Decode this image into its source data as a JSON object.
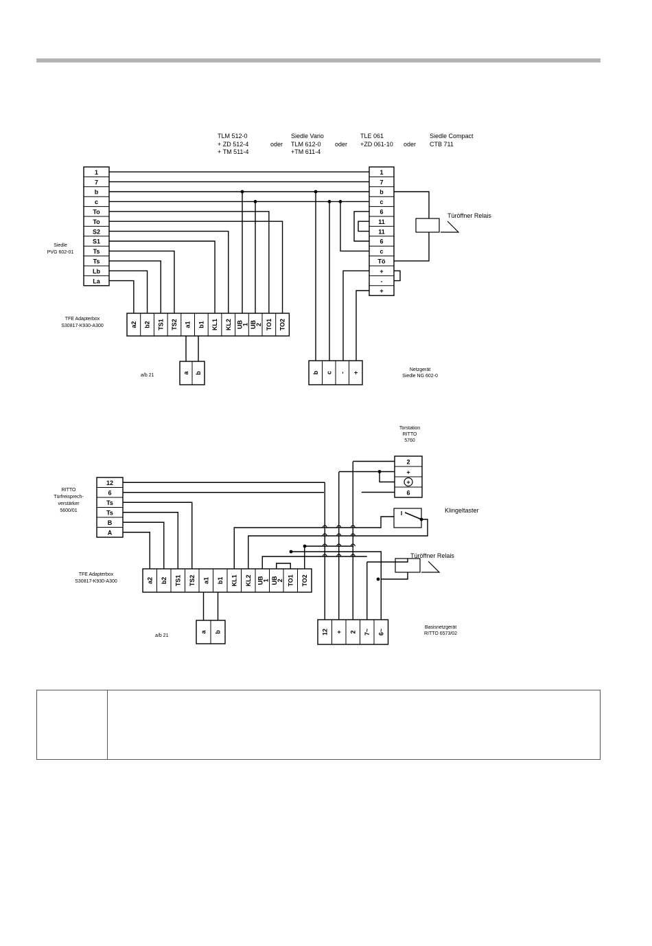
{
  "top": {
    "devices": [
      {
        "label": "TLM 512-0",
        "sub": [
          "+ ZD 512-4",
          "+ TM 511-4"
        ]
      },
      {
        "label": "Siedle Vario",
        "sub": [
          "TLM 612-0",
          "+TM 611-4"
        ]
      },
      {
        "label": "TLE 061",
        "sub": [
          "+ZD 061-10"
        ]
      },
      {
        "label": "Siedle Compact",
        "sub": [
          "CTB 711"
        ]
      }
    ],
    "oder": "oder",
    "left_unit": [
      "Siedle",
      "PVG 602-01"
    ],
    "left_terms": [
      "1",
      "7",
      "b",
      "c",
      "To",
      "To",
      "S2",
      "S1",
      "Ts",
      "Ts",
      "Lb",
      "La"
    ],
    "right_terms": [
      "1",
      "7",
      "b",
      "c",
      "6",
      "11",
      "11",
      "6",
      "c",
      "Tö",
      "+",
      "-",
      "+"
    ],
    "relay": "Türöffner Relais",
    "adapter_label": [
      "TFE Adapterbox",
      "S30817-K930-A300"
    ],
    "adapter_terms": [
      "a2",
      "b2",
      "TS1",
      "TS2",
      "a1",
      "b1",
      "KL1",
      "KL2",
      "UB\n1",
      "UB\n2",
      "TO1",
      "TO2"
    ],
    "ab_label": "a/b 21",
    "ab_terms": [
      "a",
      "b"
    ],
    "psu_terms": [
      "b",
      "c",
      "-",
      "+"
    ],
    "psu_label": [
      "Netzgerät",
      "Siedle NG 602-0"
    ]
  },
  "bottom": {
    "torstation": [
      "Torstation",
      "RITTO",
      "5760"
    ],
    "tor_terms": [
      "2",
      "+",
      "",
      "6"
    ],
    "left_unit": [
      "RITTO",
      "Türfreisprech-",
      "verstärker",
      "5600/01"
    ],
    "left_terms": [
      "12",
      "6",
      "Ts",
      "Ts",
      "B",
      "A"
    ],
    "bell": "Klingeltaster",
    "relay": "Türöffner Relais",
    "adapter_label": [
      "TFE Adapterbox",
      "S30817-K930-A300"
    ],
    "adapter_terms": [
      "a2",
      "b2",
      "TS1",
      "TS2",
      "a1",
      "b1",
      "KL1",
      "KL2",
      "UB\n1",
      "UB\n2",
      "TO1",
      "TO2"
    ],
    "ab_label": "a/b 21",
    "ab_terms": [
      "a",
      "b"
    ],
    "psu_terms": [
      "12",
      "+",
      "2",
      "7~",
      "6~"
    ],
    "psu_label": [
      "Basisnetzgerät",
      "RITTO 6573/02"
    ]
  }
}
